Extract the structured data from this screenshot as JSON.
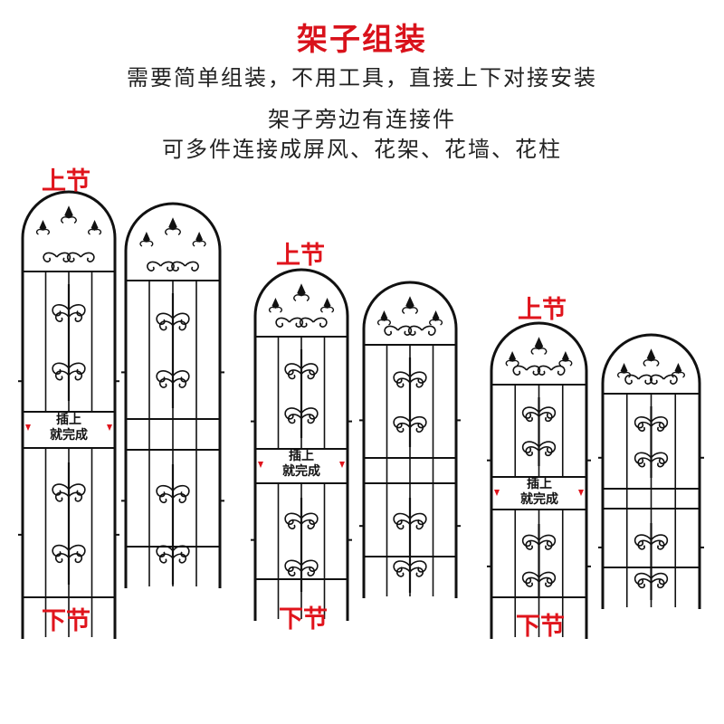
{
  "header": {
    "title": "架子组装",
    "line1": "需要简单组装，不用工具，直接上下对接安装",
    "line2": "架子旁边有连接件",
    "line3": "可多件连接成屏风、花架、花墙、花柱"
  },
  "labels": {
    "top": "上节",
    "bottom": "下节",
    "joint_line1": "插上",
    "joint_line2": "就完成"
  },
  "colors": {
    "accent": "#e0141c",
    "metal": "#111111"
  }
}
